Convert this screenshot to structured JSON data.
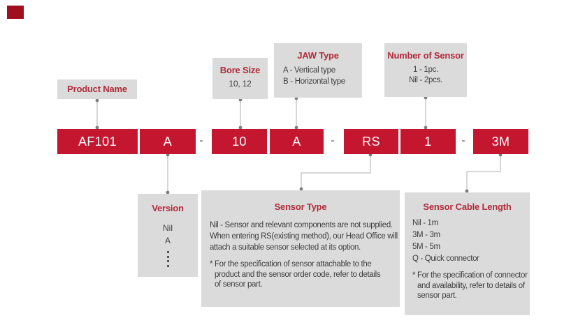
{
  "code_row": {
    "separator": "-",
    "segments": [
      "AF101",
      "A",
      "10",
      "A",
      "RS",
      "1",
      "3M"
    ]
  },
  "callouts": {
    "product_name": {
      "title": "Product Name"
    },
    "bore_size": {
      "title": "Bore Size",
      "value": "10, 12"
    },
    "jaw_type": {
      "title": "JAW Type",
      "options": [
        "A - Vertical type",
        "B - Horizontal type"
      ]
    },
    "number_of_sensor": {
      "title": "Number of Sensor",
      "options": [
        "1 - 1pc.",
        "Nil - 2pcs."
      ]
    },
    "version": {
      "title": "Version",
      "options": [
        "Nil",
        "A"
      ]
    },
    "sensor_type": {
      "title": "Sensor Type",
      "description_lines": [
        "Nil - Sensor and relevant components are not supplied.",
        "When entering RS(existing method), our Head Office will",
        "attach a suitable sensor selected at its option."
      ],
      "note_lines": [
        "* For the specification of sensor attachable to the",
        "product and the sensor order code, refer to details",
        "of sensor part."
      ]
    },
    "sensor_cable_length": {
      "title": "Sensor Cable Length",
      "options": [
        "Nil - 1m",
        "3M - 3m",
        "5M - 5m",
        "Q - Quick connector"
      ],
      "note_lines": [
        "* For the specification of connector",
        "and availability, refer to details of",
        "sensor part."
      ]
    }
  },
  "colors": {
    "code_box_red": "#C5162F",
    "callout_title_red": "#B12B3B",
    "callout_gray": "#DBDBDB",
    "body_text": "#3F3F3F",
    "connector_line": "#AFAFAF",
    "connector_dot": "#7C7C7C",
    "separator_gray": "#8A8A8A",
    "bullet_red": "#A00F1E"
  }
}
